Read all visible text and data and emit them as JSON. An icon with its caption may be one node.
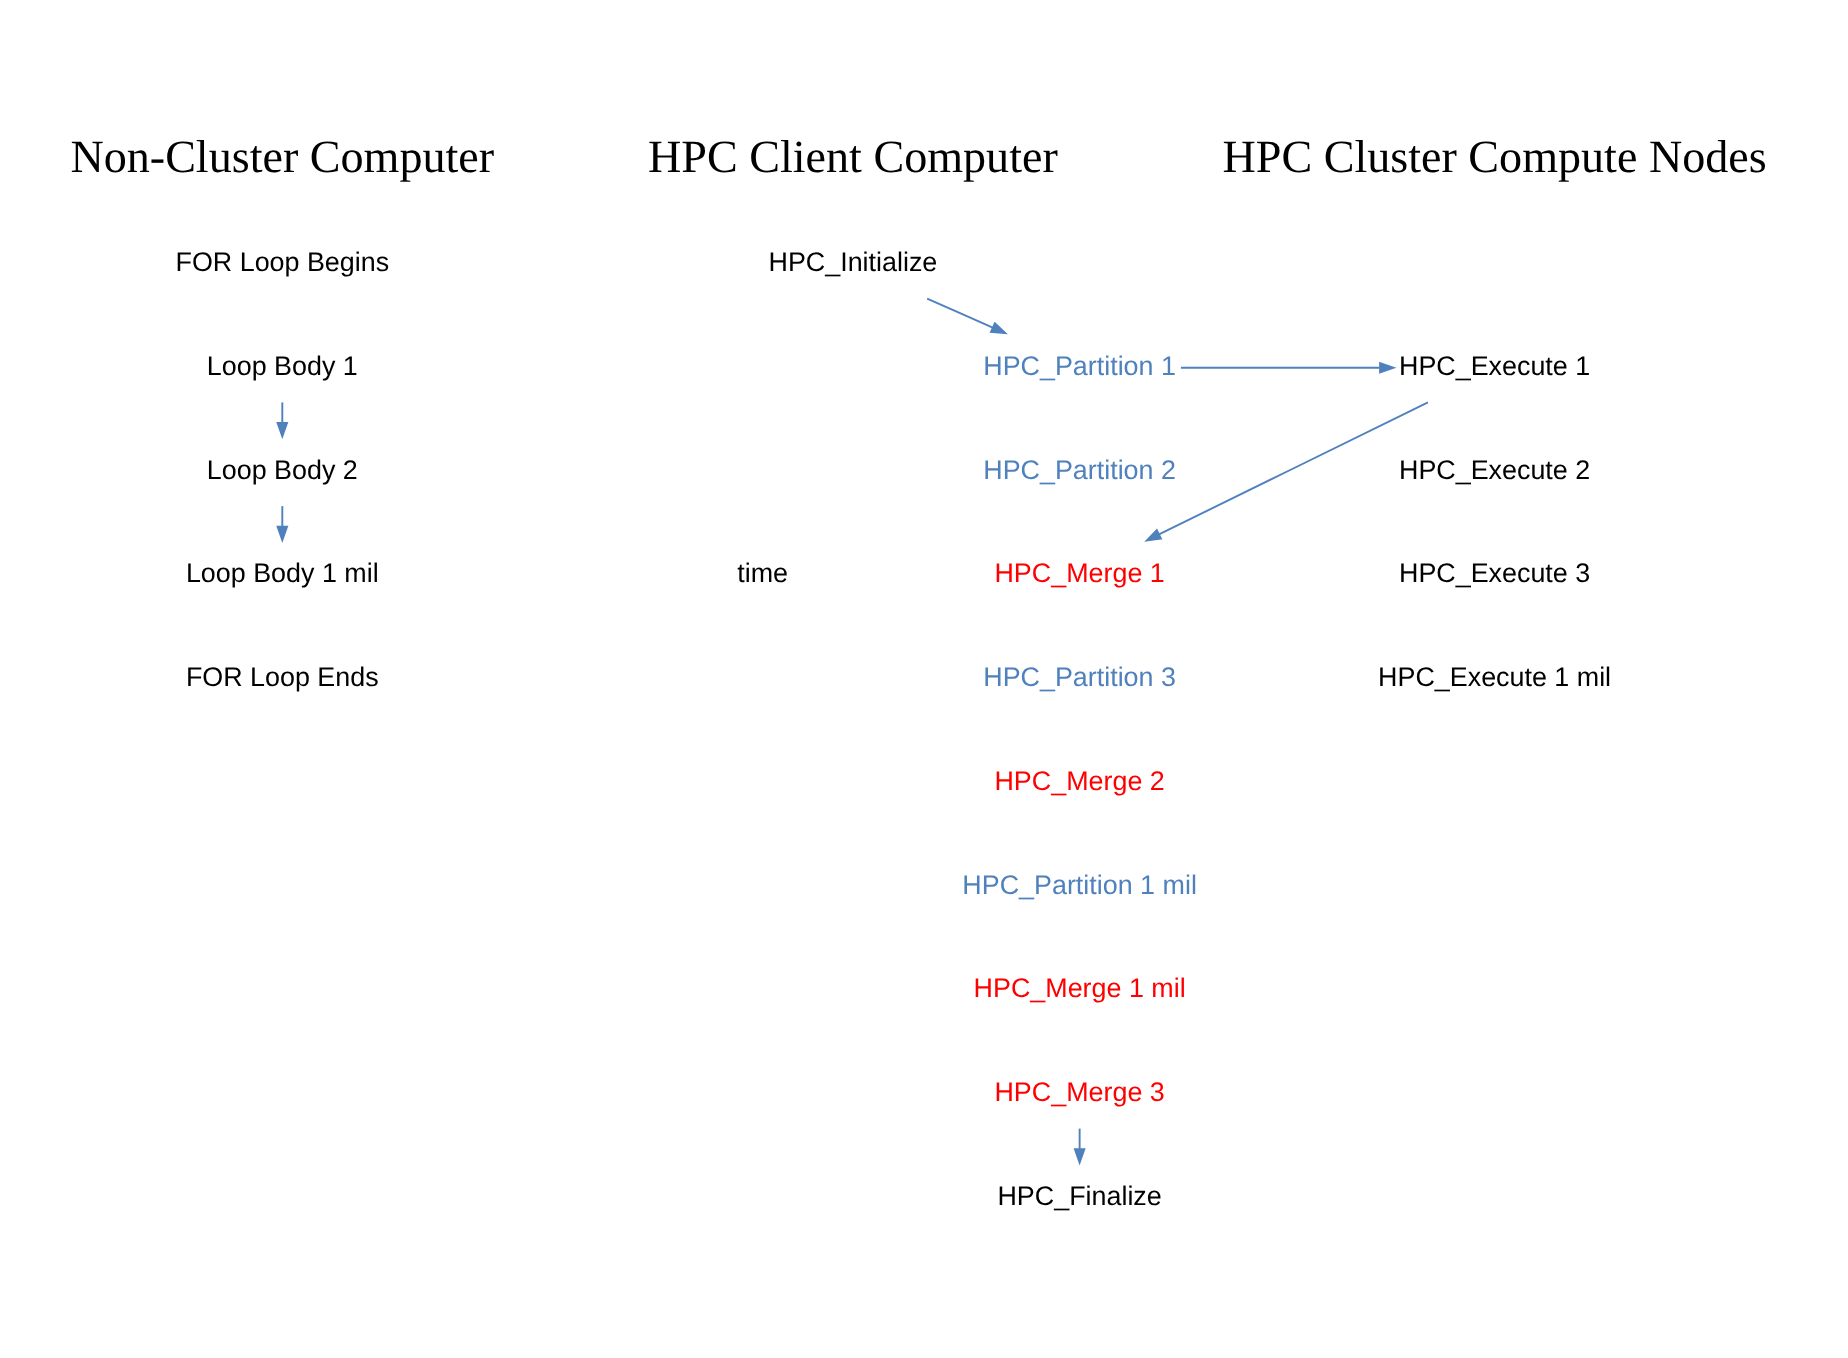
{
  "diagram": {
    "nodes": [
      {
        "text": [
          "Loop Body 1"
        ]
      },
      {
        "text": [
          "Loop Body 2"
        ]
      },
      {
        "text": [
          "Loop Body 1 mil"
        ]
      },
      {
        "text": [
          "HPC_Initialize"
        ]
      },
      {
        "text": [
          "HPC_Partition 1"
        ]
      },
      {
        "text": [
          "HPC_Execute 1"
        ]
      },
      {
        "text": [
          "HPC_Merge 1"
        ]
      },
      {
        "text": [
          "HPC_Merge 3"
        ]
      },
      {
        "text": [
          "HPC_Finalize"
        ]
      }
    ],
    "edges": [
      {
        "from": 0,
        "to": 1,
        "arrow": "to"
      },
      {
        "from": 1,
        "to": 2,
        "arrow": "to"
      },
      {
        "from": 3,
        "to": 4,
        "arrow": "to"
      },
      {
        "from": 4,
        "to": 5,
        "arrow": "to"
      },
      {
        "from": 5,
        "to": 6,
        "arrow": "to"
      },
      {
        "from": 7,
        "to": 8,
        "arrow": "to"
      }
    ],
    "labels": [
      "Non-Cluster Computer",
      "HPC Client Computer",
      "HPC Cluster Compute Nodes",
      "FOR Loop Begins",
      "HPC_Partition 2",
      "HPC_Execute 2",
      "HPC_Partition 3",
      "HPC_Merge 2",
      "HPC_Execute 3",
      "HPC_Partition 1 mil",
      "HPC_Execute 1 mil",
      "HPC_Merge 1 mil",
      "time",
      "FOR Loop Ends"
    ]
  }
}
